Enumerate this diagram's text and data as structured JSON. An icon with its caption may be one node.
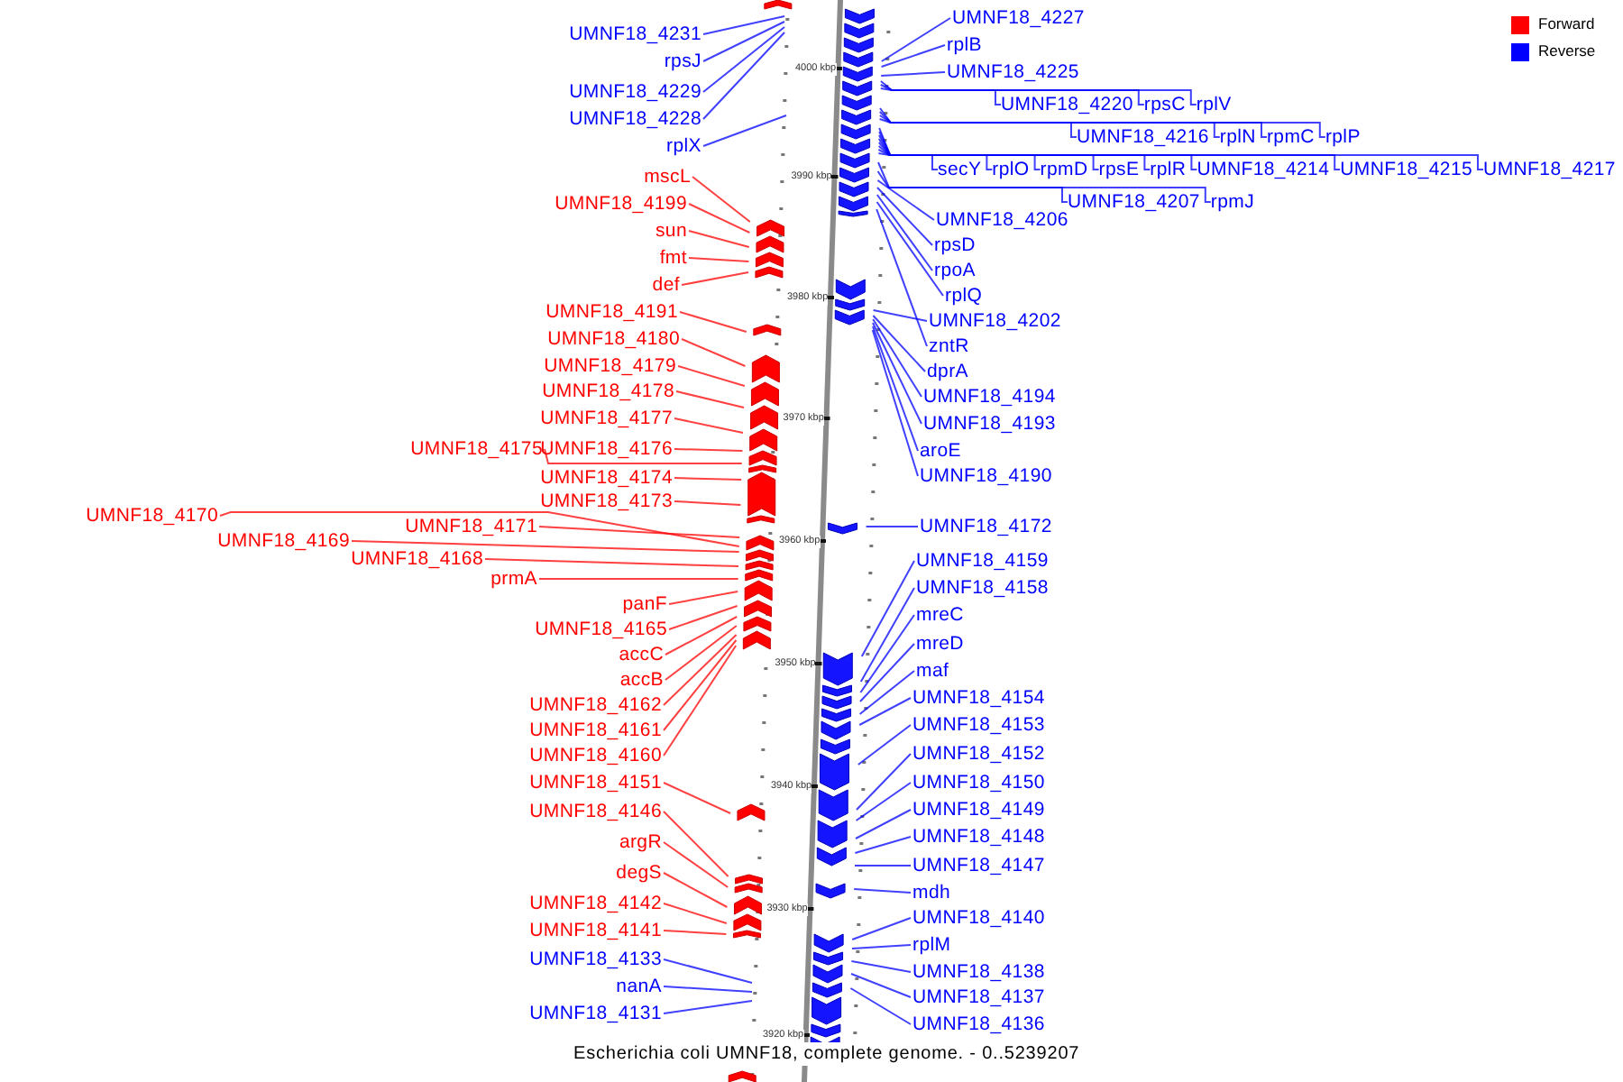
{
  "diagram": {
    "caption": "Escherichia coli UMNF18, complete genome. - 0..5239207",
    "nodes": [
      {
        "text": [
          "UMNF18_4231"
        ]
      },
      {
        "text": [
          "rpsJ"
        ]
      },
      {
        "text": [
          "UMNF18_4229"
        ]
      },
      {
        "text": [
          "UMNF18_4228"
        ]
      },
      {
        "text": [
          "rplX"
        ]
      },
      {
        "text": [
          "mscL"
        ]
      },
      {
        "text": [
          "UMNF18_4199"
        ]
      },
      {
        "text": [
          "sun"
        ]
      },
      {
        "text": [
          "fmt"
        ]
      },
      {
        "text": [
          "def"
        ]
      },
      {
        "text": [
          "UMNF18_4191"
        ]
      },
      {
        "text": [
          "UMNF18_4180"
        ]
      },
      {
        "text": [
          "UMNF18_4179"
        ]
      },
      {
        "text": [
          "UMNF18_4178"
        ]
      },
      {
        "text": [
          "UMNF18_4177"
        ]
      },
      {
        "text": [
          "UMNF18_4175"
        ]
      },
      {
        "text": [
          "UMNF18_4176"
        ]
      },
      {
        "text": [
          "UMNF18_4174"
        ]
      },
      {
        "text": [
          "UMNF18_4173"
        ]
      },
      {
        "text": [
          "UMNF18_4170"
        ]
      },
      {
        "text": [
          "UMNF18_4171"
        ]
      },
      {
        "text": [
          "UMNF18_4169"
        ]
      },
      {
        "text": [
          "UMNF18_4168"
        ]
      },
      {
        "text": [
          "prmA"
        ]
      },
      {
        "text": [
          "panF"
        ]
      },
      {
        "text": [
          "UMNF18_4165"
        ]
      },
      {
        "text": [
          "accC"
        ]
      },
      {
        "text": [
          "accB"
        ]
      },
      {
        "text": [
          "UMNF18_4162"
        ]
      },
      {
        "text": [
          "UMNF18_4161"
        ]
      },
      {
        "text": [
          "UMNF18_4160"
        ]
      },
      {
        "text": [
          "UMNF18_4151"
        ]
      },
      {
        "text": [
          "UMNF18_4146"
        ]
      },
      {
        "text": [
          "argR"
        ]
      },
      {
        "text": [
          "degS"
        ]
      },
      {
        "text": [
          "UMNF18_4142"
        ]
      },
      {
        "text": [
          "UMNF18_4141"
        ]
      },
      {
        "text": [
          "UMNF18_4133"
        ]
      },
      {
        "text": [
          "nanA"
        ]
      },
      {
        "text": [
          "UMNF18_4131"
        ]
      },
      {
        "text": [
          "UMNF18_4227"
        ]
      },
      {
        "text": [
          "rplB"
        ]
      },
      {
        "text": [
          "UMNF18_4225"
        ]
      },
      {
        "text": [
          "UMNF18_4220"
        ]
      },
      {
        "text": [
          "rpsC"
        ]
      },
      {
        "text": [
          "rplV"
        ]
      },
      {
        "text": [
          "UMNF18_4216"
        ]
      },
      {
        "text": [
          "rplN"
        ]
      },
      {
        "text": [
          "rpmC"
        ]
      },
      {
        "text": [
          "rplP"
        ]
      },
      {
        "text": [
          "secY"
        ]
      },
      {
        "text": [
          "rplO"
        ]
      },
      {
        "text": [
          "rpmD"
        ]
      },
      {
        "text": [
          "rpsE"
        ]
      },
      {
        "text": [
          "rplR"
        ]
      },
      {
        "text": [
          "UMNF18_4214"
        ]
      },
      {
        "text": [
          "UMNF18_4215"
        ]
      },
      {
        "text": [
          "UMNF18_4217"
        ]
      },
      {
        "text": [
          "UMNF18_4207"
        ]
      },
      {
        "text": [
          "rpmJ"
        ]
      },
      {
        "text": [
          "UMNF18_4206"
        ]
      },
      {
        "text": [
          "rpsD"
        ]
      },
      {
        "text": [
          "rpoA"
        ]
      },
      {
        "text": [
          "rplQ"
        ]
      },
      {
        "text": [
          "UMNF18_4202"
        ]
      },
      {
        "text": [
          "zntR"
        ]
      },
      {
        "text": [
          "dprA"
        ]
      },
      {
        "text": [
          "UMNF18_4194"
        ]
      },
      {
        "text": [
          "UMNF18_4193"
        ]
      },
      {
        "text": [
          "aroE"
        ]
      },
      {
        "text": [
          "UMNF18_4190"
        ]
      },
      {
        "text": [
          "UMNF18_4172"
        ]
      },
      {
        "text": [
          "UMNF18_4159"
        ]
      },
      {
        "text": [
          "UMNF18_4158"
        ]
      },
      {
        "text": [
          "mreC"
        ]
      },
      {
        "text": [
          "mreD"
        ]
      },
      {
        "text": [
          "maf"
        ]
      },
      {
        "text": [
          "UMNF18_4154"
        ]
      },
      {
        "text": [
          "UMNF18_4153"
        ]
      },
      {
        "text": [
          "UMNF18_4152"
        ]
      },
      {
        "text": [
          "UMNF18_4150"
        ]
      },
      {
        "text": [
          "UMNF18_4149"
        ]
      },
      {
        "text": [
          "UMNF18_4148"
        ]
      },
      {
        "text": [
          "UMNF18_4147"
        ]
      },
      {
        "text": [
          "mdh"
        ]
      },
      {
        "text": [
          "UMNF18_4140"
        ]
      },
      {
        "text": [
          "rplM"
        ]
      },
      {
        "text": [
          "UMNF18_4138"
        ]
      },
      {
        "text": [
          "UMNF18_4137"
        ]
      },
      {
        "text": [
          "UMNF18_4136"
        ]
      },
      {
        "text": [],
        "shape": "picture"
      }
    ],
    "edges": [
      {
        "from": 0,
        "to": 90,
        "arrow": "none"
      },
      {
        "from": 1,
        "to": 90,
        "arrow": "none"
      },
      {
        "from": 2,
        "to": 90,
        "arrow": "none"
      },
      {
        "from": 3,
        "to": 90,
        "arrow": "none"
      },
      {
        "from": 4,
        "to": 90,
        "arrow": "none"
      },
      {
        "from": 5,
        "to": 90,
        "arrow": "none",
        "color": "#ff0000"
      },
      {
        "from": 6,
        "to": 90,
        "arrow": "none",
        "color": "#ff0000"
      },
      {
        "from": 7,
        "to": 90,
        "arrow": "none",
        "color": "#ff0000"
      },
      {
        "from": 8,
        "to": 90,
        "arrow": "none",
        "color": "#ff0000"
      },
      {
        "from": 9,
        "to": 90,
        "arrow": "none",
        "color": "#ff0000"
      },
      {
        "from": 10,
        "to": 90,
        "arrow": "none",
        "color": "#ff0000"
      },
      {
        "from": 11,
        "to": 90,
        "arrow": "none",
        "color": "#ff0000"
      },
      {
        "from": 12,
        "to": 90,
        "arrow": "none",
        "color": "#ff0000"
      },
      {
        "from": 13,
        "to": 90,
        "arrow": "none",
        "color": "#ff0000"
      },
      {
        "from": 14,
        "to": 90,
        "arrow": "none",
        "color": "#ff0000"
      },
      {
        "from": 15,
        "to": 90,
        "arrow": "none",
        "color": "#ff0000"
      },
      {
        "from": 16,
        "to": 90,
        "arrow": "none",
        "color": "#ff0000"
      },
      {
        "from": 17,
        "to": 90,
        "arrow": "none",
        "color": "#ff0000"
      },
      {
        "from": 18,
        "to": 90,
        "arrow": "none",
        "color": "#ff0000"
      },
      {
        "from": 19,
        "to": 90,
        "arrow": "none",
        "color": "#ff0000"
      },
      {
        "from": 20,
        "to": 90,
        "arrow": "none",
        "color": "#ff0000"
      },
      {
        "from": 21,
        "to": 90,
        "arrow": "none",
        "color": "#ff0000"
      },
      {
        "from": 22,
        "to": 90,
        "arrow": "none",
        "color": "#ff0000"
      },
      {
        "from": 23,
        "to": 90,
        "arrow": "none",
        "color": "#ff0000"
      },
      {
        "from": 24,
        "to": 90,
        "arrow": "none",
        "color": "#ff0000"
      },
      {
        "from": 25,
        "to": 90,
        "arrow": "none",
        "color": "#ff0000"
      },
      {
        "from": 26,
        "to": 90,
        "arrow": "none",
        "color": "#ff0000"
      },
      {
        "from": 27,
        "to": 90,
        "arrow": "none",
        "color": "#ff0000"
      },
      {
        "from": 28,
        "to": 90,
        "arrow": "none",
        "color": "#ff0000"
      },
      {
        "from": 29,
        "to": 90,
        "arrow": "none",
        "color": "#ff0000"
      },
      {
        "from": 30,
        "to": 90,
        "arrow": "none",
        "color": "#ff0000"
      },
      {
        "from": 31,
        "to": 90,
        "arrow": "none",
        "color": "#ff0000"
      },
      {
        "from": 32,
        "to": 90,
        "arrow": "none",
        "color": "#ff0000"
      },
      {
        "from": 33,
        "to": 90,
        "arrow": "none",
        "color": "#ff0000"
      },
      {
        "from": 34,
        "to": 90,
        "arrow": "none",
        "color": "#ff0000"
      },
      {
        "from": 35,
        "to": 90,
        "arrow": "none",
        "color": "#ff0000"
      },
      {
        "from": 36,
        "to": 90,
        "arrow": "none",
        "color": "#ff0000"
      },
      {
        "from": 37,
        "to": 90,
        "arrow": "none"
      },
      {
        "from": 38,
        "to": 90,
        "arrow": "none"
      },
      {
        "from": 39,
        "to": 90,
        "arrow": "none"
      },
      {
        "from": 40,
        "to": 90,
        "arrow": "none"
      },
      {
        "from": 41,
        "to": 90,
        "arrow": "none"
      },
      {
        "from": 42,
        "to": 90,
        "arrow": "none"
      },
      {
        "from": 43,
        "to": 90,
        "arrow": "none"
      },
      {
        "from": 44,
        "to": 90,
        "arrow": "none"
      },
      {
        "from": 45,
        "to": 90,
        "arrow": "none"
      },
      {
        "from": 46,
        "to": 90,
        "arrow": "none"
      },
      {
        "from": 47,
        "to": 90,
        "arrow": "none"
      },
      {
        "from": 48,
        "to": 90,
        "arrow": "none"
      },
      {
        "from": 49,
        "to": 90,
        "arrow": "none"
      },
      {
        "from": 50,
        "to": 90,
        "arrow": "none"
      },
      {
        "from": 51,
        "to": 90,
        "arrow": "none"
      },
      {
        "from": 52,
        "to": 90,
        "arrow": "none"
      },
      {
        "from": 53,
        "to": 90,
        "arrow": "none"
      },
      {
        "from": 54,
        "to": 90,
        "arrow": "none"
      },
      {
        "from": 55,
        "to": 90,
        "arrow": "none"
      },
      {
        "from": 56,
        "to": 90,
        "arrow": "none"
      },
      {
        "from": 57,
        "to": 90,
        "arrow": "none"
      },
      {
        "from": 58,
        "to": 90,
        "arrow": "none"
      },
      {
        "from": 59,
        "to": 90,
        "arrow": "none"
      },
      {
        "from": 60,
        "to": 90,
        "arrow": "none"
      },
      {
        "from": 61,
        "to": 90,
        "arrow": "none"
      },
      {
        "from": 62,
        "to": 90,
        "arrow": "none"
      },
      {
        "from": 63,
        "to": 90,
        "arrow": "none"
      },
      {
        "from": 64,
        "to": 90,
        "arrow": "none"
      },
      {
        "from": 65,
        "to": 90,
        "arrow": "none"
      },
      {
        "from": 66,
        "to": 90,
        "arrow": "none"
      },
      {
        "from": 67,
        "to": 90,
        "arrow": "none"
      },
      {
        "from": 68,
        "to": 90,
        "arrow": "none"
      },
      {
        "from": 69,
        "to": 90,
        "arrow": "none"
      },
      {
        "from": 70,
        "to": 90,
        "arrow": "none"
      },
      {
        "from": 71,
        "to": 90,
        "arrow": "none"
      },
      {
        "from": 72,
        "to": 90,
        "arrow": "none"
      },
      {
        "from": 73,
        "to": 90,
        "arrow": "none"
      },
      {
        "from": 74,
        "to": 90,
        "arrow": "none"
      },
      {
        "from": 75,
        "to": 90,
        "arrow": "none"
      },
      {
        "from": 76,
        "to": 90,
        "arrow": "none"
      },
      {
        "from": 77,
        "to": 90,
        "arrow": "none"
      },
      {
        "from": 78,
        "to": 90,
        "arrow": "none"
      },
      {
        "from": 79,
        "to": 90,
        "arrow": "none"
      },
      {
        "from": 80,
        "to": 90,
        "arrow": "none"
      },
      {
        "from": 81,
        "to": 90,
        "arrow": "none"
      },
      {
        "from": 82,
        "to": 90,
        "arrow": "none"
      },
      {
        "from": 83,
        "to": 90,
        "arrow": "none"
      },
      {
        "from": 84,
        "to": 90,
        "arrow": "none"
      },
      {
        "from": 85,
        "to": 90,
        "arrow": "none"
      },
      {
        "from": 86,
        "to": 90,
        "arrow": "none"
      },
      {
        "from": 87,
        "to": 90,
        "arrow": "none"
      },
      {
        "from": 88,
        "to": 90,
        "arrow": "none"
      },
      {
        "from": 89,
        "to": 90,
        "arrow": "none"
      }
    ],
    "labels": [
      "4000 kbp",
      "3990 kbp",
      "3980 kbp",
      "3970 kbp",
      "3960 kbp",
      "3950 kbp",
      "3940 kbp",
      "3930 kbp",
      "3920 kbp"
    ],
    "legend": [
      {
        "text": "Forward",
        "color": "#ff0000"
      },
      {
        "text": "Reverse",
        "color": "#0000ff"
      }
    ]
  }
}
